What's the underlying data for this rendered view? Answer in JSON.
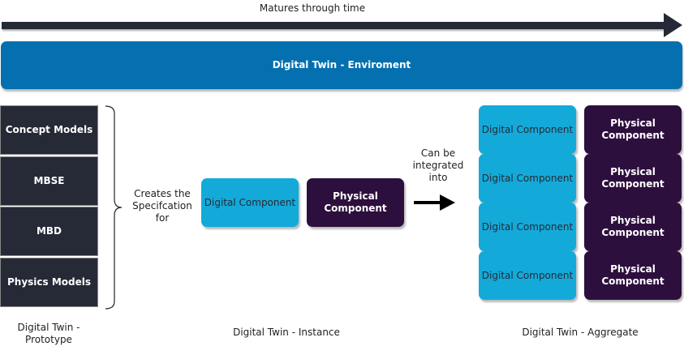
{
  "timeline": {
    "label": "Matures through time"
  },
  "environment": {
    "label": "Digital Twin - Enviroment"
  },
  "prototype": {
    "items": [
      "Concept Models",
      "MBSE",
      "MBD",
      "Physics Models"
    ],
    "caption": "Digital Twin - Prototype"
  },
  "creates_label": "Creates the Specifcation for",
  "instance": {
    "digital": "Digital Component",
    "physical": "Physical Component",
    "caption": "Digital Twin - Instance"
  },
  "integrate_label": "Can be integrated into",
  "aggregate": {
    "rows": [
      {
        "digital": "Digital Component",
        "physical": "Physical Component"
      },
      {
        "digital": "Digital Component",
        "physical": "Physical Component"
      },
      {
        "digital": "Digital Component",
        "physical": "Physical Component"
      },
      {
        "digital": "Digital Component",
        "physical": "Physical Component"
      }
    ],
    "caption": "Digital Twin - Aggregate"
  },
  "colors": {
    "dark": "#262a36",
    "env": "#0570b0",
    "digital": "#13aad9",
    "physical": "#2d0f3e"
  }
}
